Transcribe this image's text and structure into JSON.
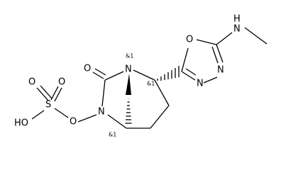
{
  "atoms": {
    "oxygen_symbol": "O",
    "nitrogen_symbol": "N",
    "sulfur_symbol": "S",
    "methylamino_label": "N",
    "methylamino_h": "H",
    "hydroxyl_label": "HO"
  },
  "stereo_flag": "&1"
}
